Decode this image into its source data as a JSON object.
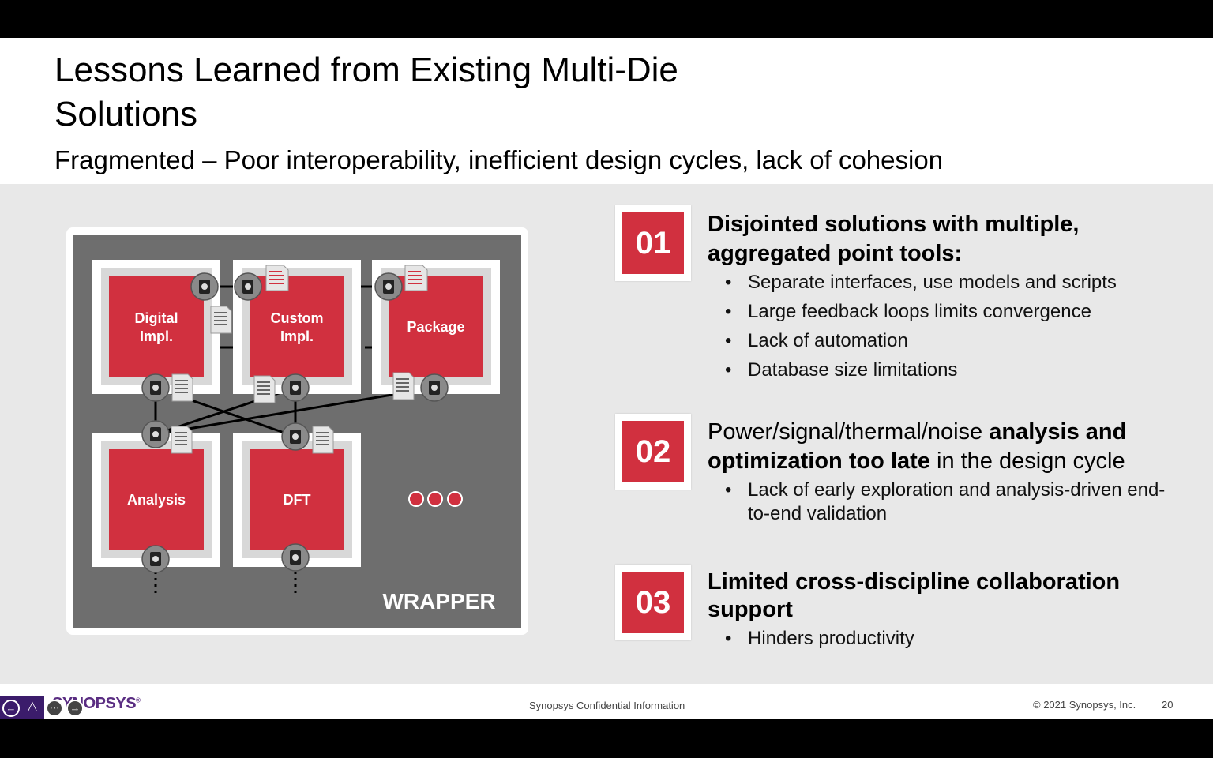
{
  "slide": {
    "title": "Lessons Learned from Existing Multi-Die Solutions",
    "subtitle": "Fragmented – Poor interoperability, inefficient design cycles, lack of cohesion"
  },
  "diagram": {
    "boxes": [
      {
        "line1": "Digital",
        "line2": "Impl."
      },
      {
        "line1": "Custom",
        "line2": "Impl."
      },
      {
        "line1": "Package",
        "line2": ""
      },
      {
        "line1": "Analysis",
        "line2": ""
      },
      {
        "line1": "DFT",
        "line2": ""
      }
    ],
    "wrapper_label": "WRAPPER",
    "colors": {
      "accent": "#d1303f",
      "wrapper": "#6e6e6e",
      "node": "#8a8a8a"
    }
  },
  "points": [
    {
      "number": "01",
      "heading_bold": "Disjointed solutions with multiple, aggregated point tools:",
      "bullets": [
        "Separate interfaces, use models and scripts",
        "Large feedback loops limits convergence",
        "Lack of automation",
        "Database size limitations"
      ]
    },
    {
      "number": "02",
      "heading_a": "Power/signal/thermal/noise ",
      "heading_b": "analysis and optimization too late",
      "heading_c": " in the design cycle",
      "bullets": [
        "Lack of early exploration and analysis-driven end-to-end validation"
      ]
    },
    {
      "number": "03",
      "heading_bold": "Limited cross-discipline collaboration support",
      "bullets": [
        "Hinders productivity"
      ]
    }
  ],
  "footer": {
    "logo": "SYNOPSYS",
    "confidential": "Synopsys Confidential Information",
    "copyright": "© 2021 Synopsys, Inc.",
    "page": "20"
  },
  "nav": {
    "icons": [
      "back-icon",
      "pen-icon",
      "settings-icon",
      "forward-icon"
    ]
  }
}
